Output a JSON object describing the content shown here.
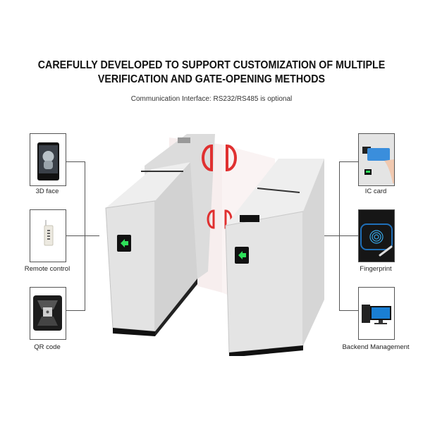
{
  "header": {
    "title_line1": "CAREFULLY DEVELOPED TO SUPPORT CUSTOMIZATION OF MULTIPLE",
    "title_line2": "VERIFICATION AND GATE-OPENING METHODS",
    "subtitle": "Communication Interface:  RS232/RS485 is optional"
  },
  "left_methods": [
    {
      "label": "3D face",
      "icon": "face-recognition-terminal-icon"
    },
    {
      "label": "Remote control",
      "icon": "remote-control-icon"
    },
    {
      "label": "QR code",
      "icon": "qr-scanner-icon"
    }
  ],
  "right_methods": [
    {
      "label": "IC card",
      "icon": "ic-card-icon"
    },
    {
      "label": "Fingerprint",
      "icon": "fingerprint-icon"
    },
    {
      "label": "Backend Management",
      "icon": "computer-icon"
    }
  ],
  "colors": {
    "line": "#555555",
    "flap_red": "#e03030",
    "arrow_green": "#2ee05a",
    "gate_body": "#e6e6e6"
  }
}
